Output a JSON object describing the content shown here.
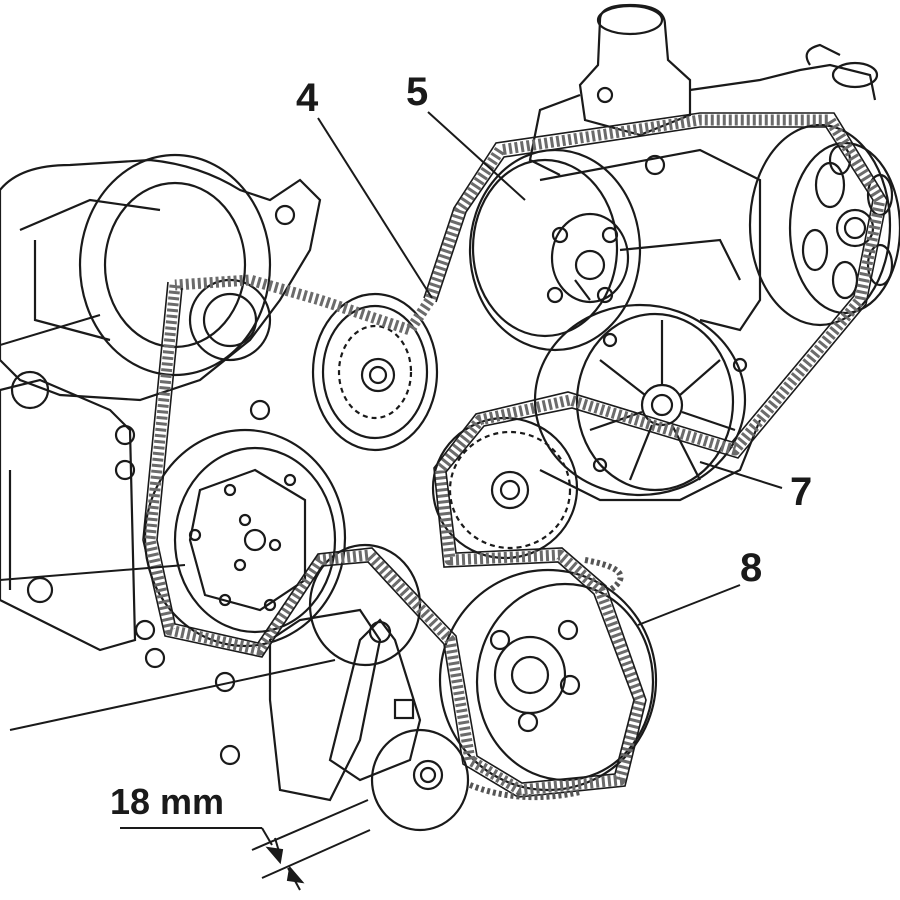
{
  "callouts": {
    "c4": "4",
    "c5": "5",
    "c7": "7",
    "c8": "8"
  },
  "dimension": {
    "label": "18 mm"
  },
  "colors": {
    "ink": "#1a1a1a",
    "belt": "#6b6b6b",
    "paper": "#ffffff"
  }
}
